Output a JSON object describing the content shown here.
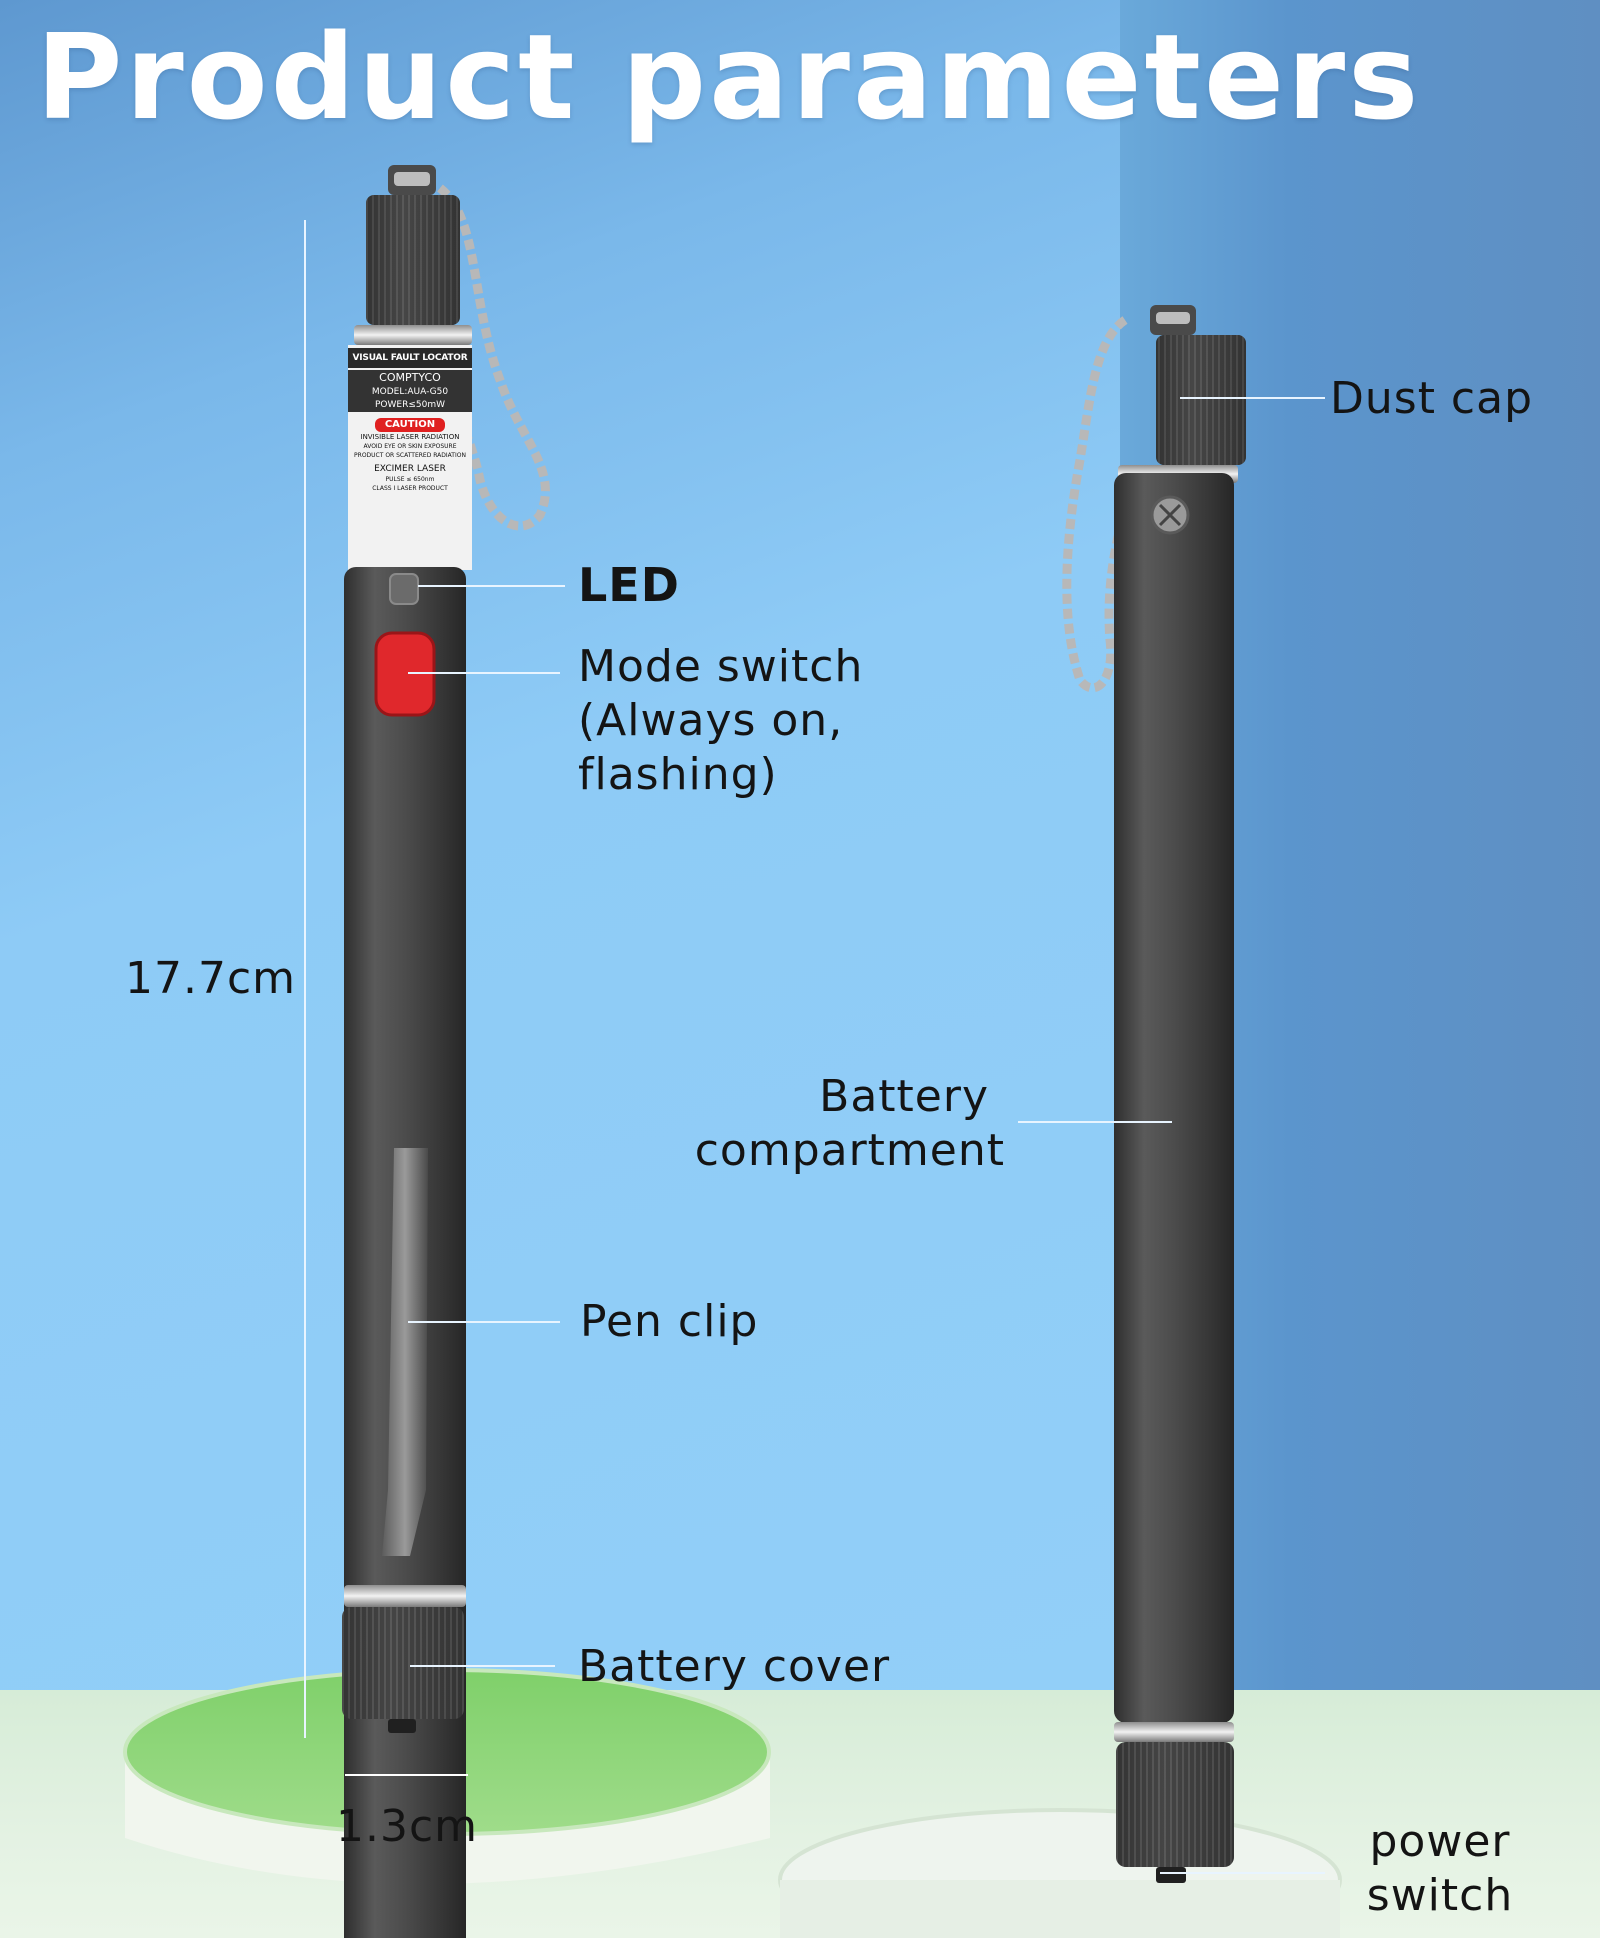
{
  "title": "Product parameters",
  "dimensions": {
    "length": "17.7cm",
    "diameter": "1.3cm"
  },
  "device_label": {
    "line1": "VISUAL FAULT LOCATOR",
    "brand": "COMPTYCO",
    "model": "MODEL:AUA-G50",
    "power": "POWER≤50mW",
    "caution": "CAUTION",
    "warning1": "INVISIBLE LASER RADIATION",
    "warning2": "AVOID EYE OR SKIN EXPOSURE",
    "warning3": "PRODUCT OR SCATTERED RADIATION",
    "laser_type": "EXCIMER LASER",
    "pulse": "PULSE ≤ 650nm",
    "class": "CLASS I LASER PRODUCT"
  },
  "callouts": {
    "led": "LED",
    "mode_switch_1": "Mode switch",
    "mode_switch_2": "(Always on,",
    "mode_switch_3": "flashing)",
    "pen_clip": "Pen clip",
    "battery_cover": "Battery cover",
    "dust_cap": "Dust cap",
    "battery_compartment_1": "Battery",
    "battery_compartment_2": "compartment",
    "power_switch_1": "power",
    "power_switch_2": "switch"
  },
  "colors": {
    "pen_body": "#4a4a4a",
    "mode_button": "#e0282c",
    "leader_line": "#e8f4ff"
  }
}
